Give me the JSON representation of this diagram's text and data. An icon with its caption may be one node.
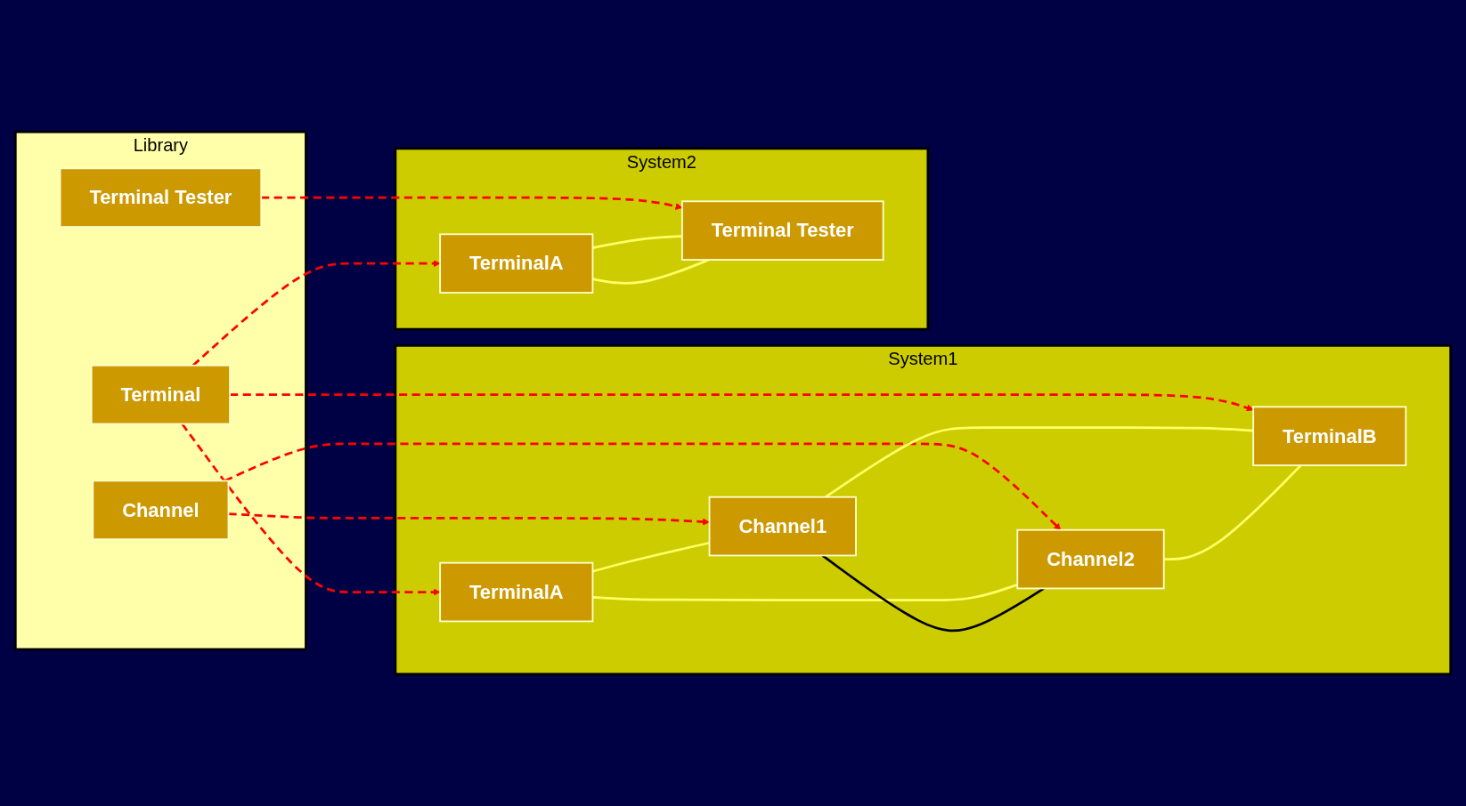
{
  "diagram": {
    "nodes": [
      {
        "text": [
          "Library"
        ]
      },
      {
        "text": [
          "Terminal"
        ],
        "in": 0
      },
      {
        "text": [
          "Channel"
        ],
        "in": 0
      },
      {
        "text": [
          "Terminal Tester"
        ],
        "in": 0
      },
      {
        "text": [
          "System1"
        ]
      },
      {
        "text": [
          "Channel1"
        ],
        "in": 4
      },
      {
        "text": [
          "TerminalA"
        ],
        "in": 4
      },
      {
        "text": [
          "TerminalB"
        ],
        "in": 4
      },
      {
        "text": [
          "Channel2"
        ],
        "in": 4
      },
      {
        "text": [
          "System2"
        ]
      },
      {
        "text": [
          "TerminalA"
        ],
        "in": 9
      },
      {
        "text": [
          "Terminal Tester"
        ],
        "in": 9
      }
    ],
    "edges": [
      {
        "from": 1,
        "to": 6,
        "arrow": "to",
        "style": "dashed",
        "color": "#ff0000"
      },
      {
        "from": 1,
        "to": 7,
        "arrow": "to",
        "style": "dashed",
        "color": "#ff0000"
      },
      {
        "from": 1,
        "to": 10,
        "arrow": "to",
        "style": "dashed",
        "color": "#ff0000"
      },
      {
        "from": 2,
        "to": 5,
        "arrow": "to",
        "style": "dashed",
        "color": "#ff0000"
      },
      {
        "from": 2,
        "to": 8,
        "arrow": "to",
        "style": "dashed",
        "color": "#ff0000"
      },
      {
        "from": 3,
        "to": 11,
        "arrow": "to",
        "style": "dashed",
        "color": "#ff0000"
      },
      {
        "from": 6,
        "to": 5,
        "arrow": "none",
        "color": "#ffff66"
      },
      {
        "from": 5,
        "to": 7,
        "arrow": "none",
        "color": "#ffff66"
      },
      {
        "from": 6,
        "to": 8,
        "arrow": "none",
        "color": "#ffff66"
      },
      {
        "from": 8,
        "to": 7,
        "arrow": "none",
        "color": "#ffff66"
      },
      {
        "from": 5,
        "to": 8,
        "arrow": "none",
        "color": "#000000"
      },
      {
        "from": 10,
        "to": 11,
        "arrow": "none",
        "color": "#ffff66"
      },
      {
        "from": 10,
        "to": 11,
        "arrow": "none",
        "color": "#ffff66"
      }
    ]
  }
}
